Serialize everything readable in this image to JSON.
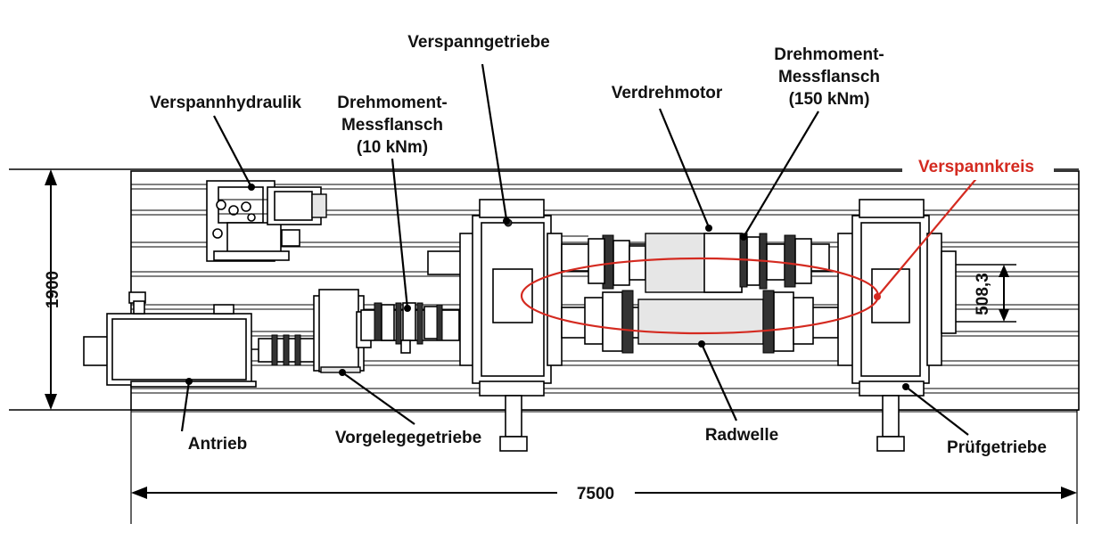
{
  "labels": {
    "verspanngetriebe": "Verspanngetriebe",
    "verspannhydraulik": "Verspannhydraulik",
    "flange_small_line1": "Drehmoment-",
    "flange_small_line2": "Messflansch",
    "flange_small_line3": "(10 kNm)",
    "verdrehmotor": "Verdrehmotor",
    "flange_large_line1": "Drehmoment-",
    "flange_large_line2": "Messflansch",
    "flange_large_line3": "(150 kNm)",
    "verspannkreis": "Verspannkreis",
    "antrieb": "Antrieb",
    "vorgelegegetriebe": "Vorgelegegetriebe",
    "radwelle": "Radwelle",
    "pruefgetriebe": "Prüfgetriebe"
  },
  "dimensions": {
    "height": "1900",
    "length": "7500",
    "offset": "508,3"
  },
  "colors": {
    "highlight": "#d42a20",
    "line": "#000000"
  }
}
